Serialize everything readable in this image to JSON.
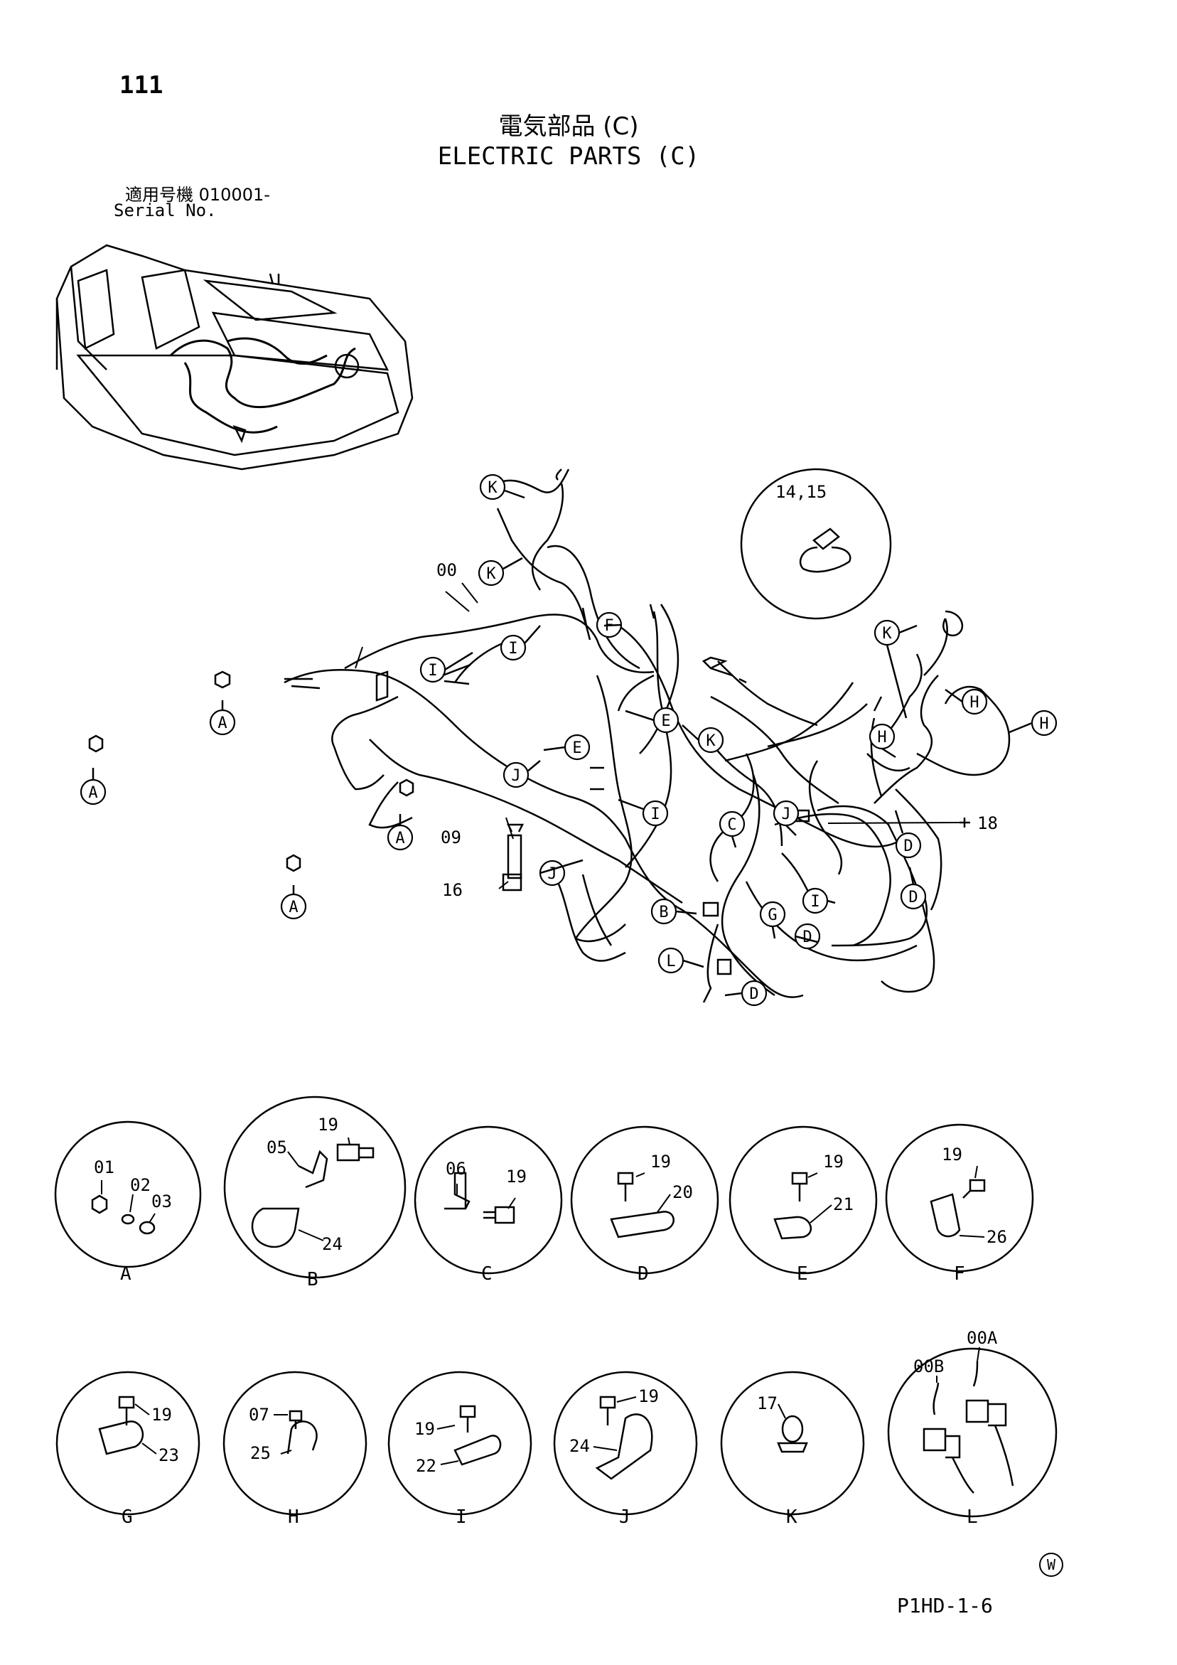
{
  "header": {
    "page_number": "111",
    "title_jp": "電気部品 (C)",
    "title_en": "ELECTRIC PARTS (C)",
    "serial_jp": "適用号機  010001-",
    "serial_en": "Serial No."
  },
  "main_callouts": {
    "harness": "00",
    "clamp_ties": "14,15",
    "bolt_18": "18",
    "part_09": "09",
    "part_16": "16"
  },
  "detail_row1": [
    {
      "letter": "A",
      "parts": [
        "01",
        "02",
        "03"
      ]
    },
    {
      "letter": "B",
      "parts": [
        "05",
        "19",
        "24"
      ]
    },
    {
      "letter": "C",
      "parts": [
        "06",
        "19"
      ]
    },
    {
      "letter": "D",
      "parts": [
        "19",
        "20"
      ]
    },
    {
      "letter": "E",
      "parts": [
        "19",
        "21"
      ]
    },
    {
      "letter": "F",
      "parts": [
        "19",
        "26"
      ]
    }
  ],
  "detail_row2": [
    {
      "letter": "G",
      "parts": [
        "19",
        "23"
      ]
    },
    {
      "letter": "H",
      "parts": [
        "07",
        "25"
      ]
    },
    {
      "letter": "I",
      "parts": [
        "19",
        "22"
      ]
    },
    {
      "letter": "J",
      "parts": [
        "19",
        "24"
      ]
    },
    {
      "letter": "K",
      "parts": [
        "17"
      ]
    },
    {
      "letter": "L",
      "parts": [
        "00A",
        "00B"
      ]
    }
  ],
  "footer": {
    "code": "P1HD-1-6",
    "mark": "W"
  }
}
